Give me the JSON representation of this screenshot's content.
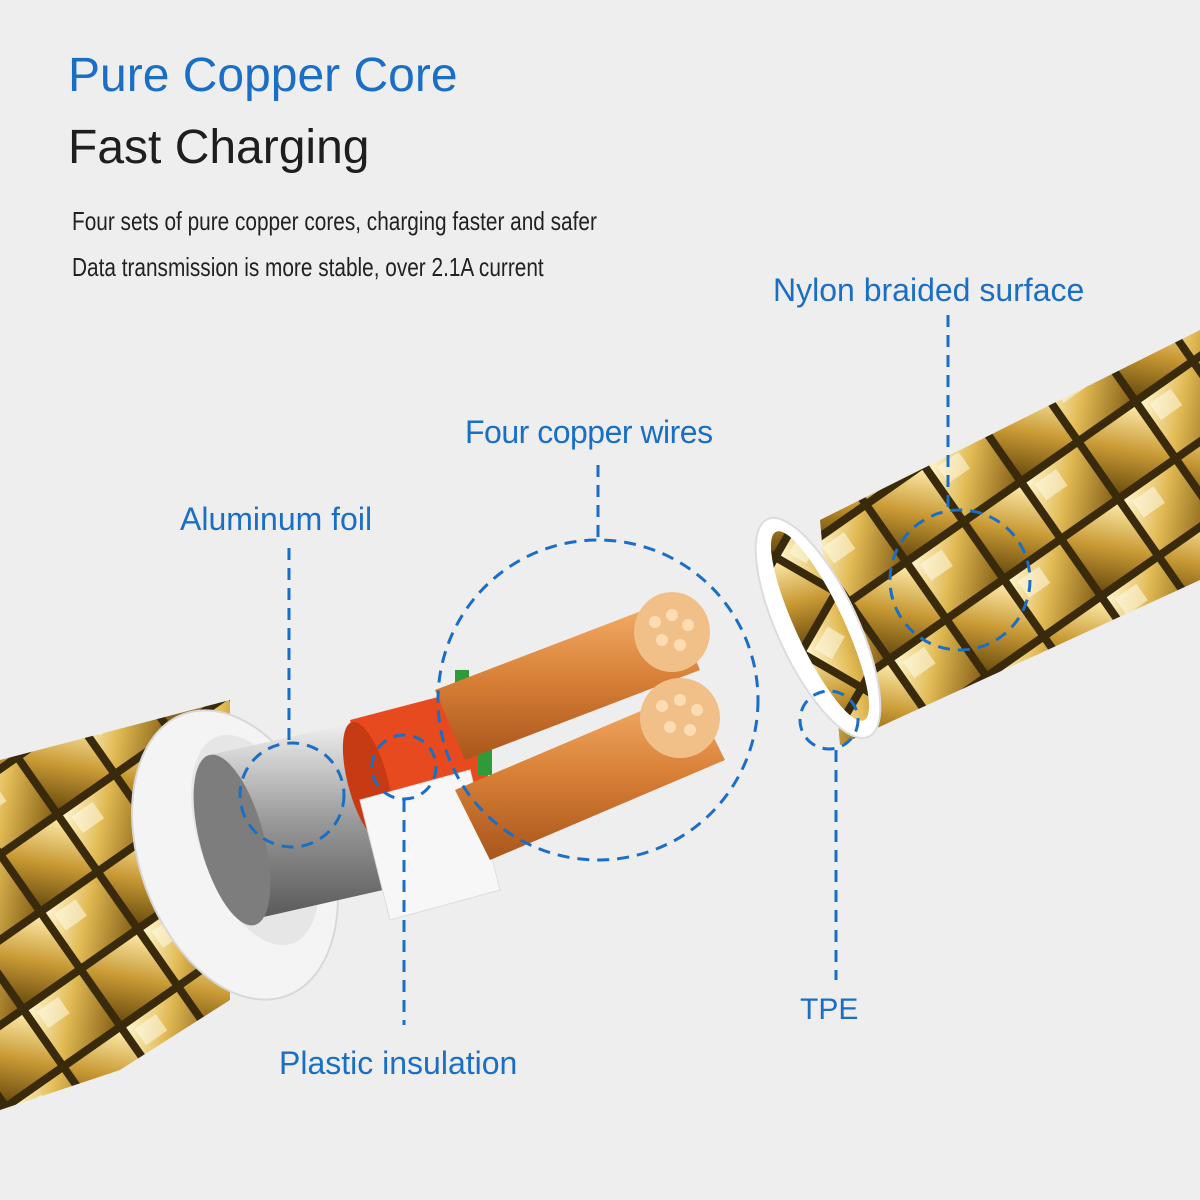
{
  "header": {
    "title": "Pure Copper Core",
    "subtitle": "Fast Charging",
    "description": [
      "Four sets of pure copper cores, charging faster and safer",
      "Data transmission is more stable, over 2.1A current"
    ]
  },
  "callouts": {
    "nylon": "Nylon braided surface",
    "copper": "Four copper wires",
    "aluminum": "Aluminum foil",
    "plastic": "Plastic insulation",
    "tpe": "TPE"
  },
  "colors": {
    "accent": "#1a6fc4",
    "background": "#efeeef",
    "gold": "#d9b04a",
    "copper": "#e0904a",
    "insulation_red": "#e84a1f",
    "insulation_green": "#2f9a3a"
  }
}
